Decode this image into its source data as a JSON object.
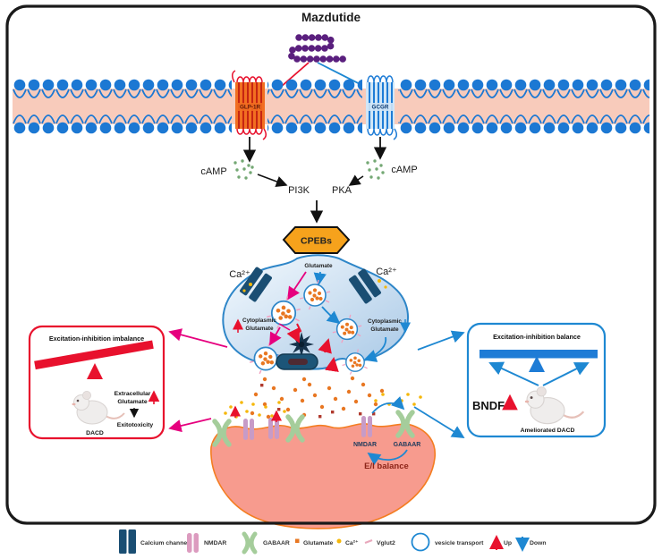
{
  "title": "Mazdutide",
  "receptors": {
    "glp1r": "GLP-1R",
    "gcgr": "GCGR"
  },
  "signaling": {
    "camp_left": "cAMP",
    "camp_right": "cAMP",
    "pi3k": "PI3K",
    "pka": "PKA",
    "cpebs": "CPEBs"
  },
  "synapse": {
    "glutamate": "Glutamate",
    "ca_left": "Ca²⁺",
    "ca_right": "Ca²⁺",
    "cyto_left_line1": "Cytoplasmic",
    "cyto_left_line2": "Glutamate",
    "cyto_right_line1": "Cytoplasmic",
    "cyto_right_line2": "Glutamate"
  },
  "imbalance_box": {
    "title": "Excitation-inhibition imbalance",
    "extracellular_line1": "Extracellular",
    "extracellular_line2": "Glutamate",
    "exitotoxicity": "Exitotoxicity",
    "dacd": "DACD"
  },
  "balance_box": {
    "title": "Excitation-inhibition balance",
    "bndf": "BNDF",
    "ameliorated_dacd": "Ameliorated DACD"
  },
  "postsynapse": {
    "nmdar": "NMDAR",
    "gabaar": "GABAAR",
    "ei_balance": "E/I balance"
  },
  "legend": {
    "items": [
      {
        "icon": "calcium-channel-icon",
        "label": "Calcium channel"
      },
      {
        "icon": "nmdar-icon",
        "label": "NMDAR"
      },
      {
        "icon": "gabaar-icon",
        "label": "GABAAR"
      },
      {
        "icon": "glutamate-icon",
        "label": "Glutamate"
      },
      {
        "icon": "calcium-ion-icon",
        "label": "Ca²⁺"
      },
      {
        "icon": "vglut2-icon",
        "label": "Vglut2"
      },
      {
        "icon": "vesicle-transport-icon",
        "label": "vesicle transport"
      },
      {
        "icon": "up-arrow-icon",
        "label": "Up"
      },
      {
        "icon": "down-arrow-icon",
        "label": "Down"
      }
    ]
  },
  "colors": {
    "membrane_pink": "#F8CBBB",
    "lipid_blue": "#1C78D3",
    "glp1r_orange": "#F26F21",
    "gcgr_blue": "#1E7CD6",
    "camp_green": "#74A874",
    "cpebs_orange": "#F6A21C",
    "red": "#E8112D",
    "magenta": "#E6007E",
    "blue": "#1E88D2",
    "postsynapse_pink": "#F79B8E",
    "nmdar_purple": "#C79BC7",
    "gabaar_green": "#A5CD9B",
    "glutamate_orange": "#E87722",
    "calcium_yellow": "#F5B70A",
    "channel_navy": "#1A4E73",
    "peptide_purple": "#5A1F7E"
  }
}
